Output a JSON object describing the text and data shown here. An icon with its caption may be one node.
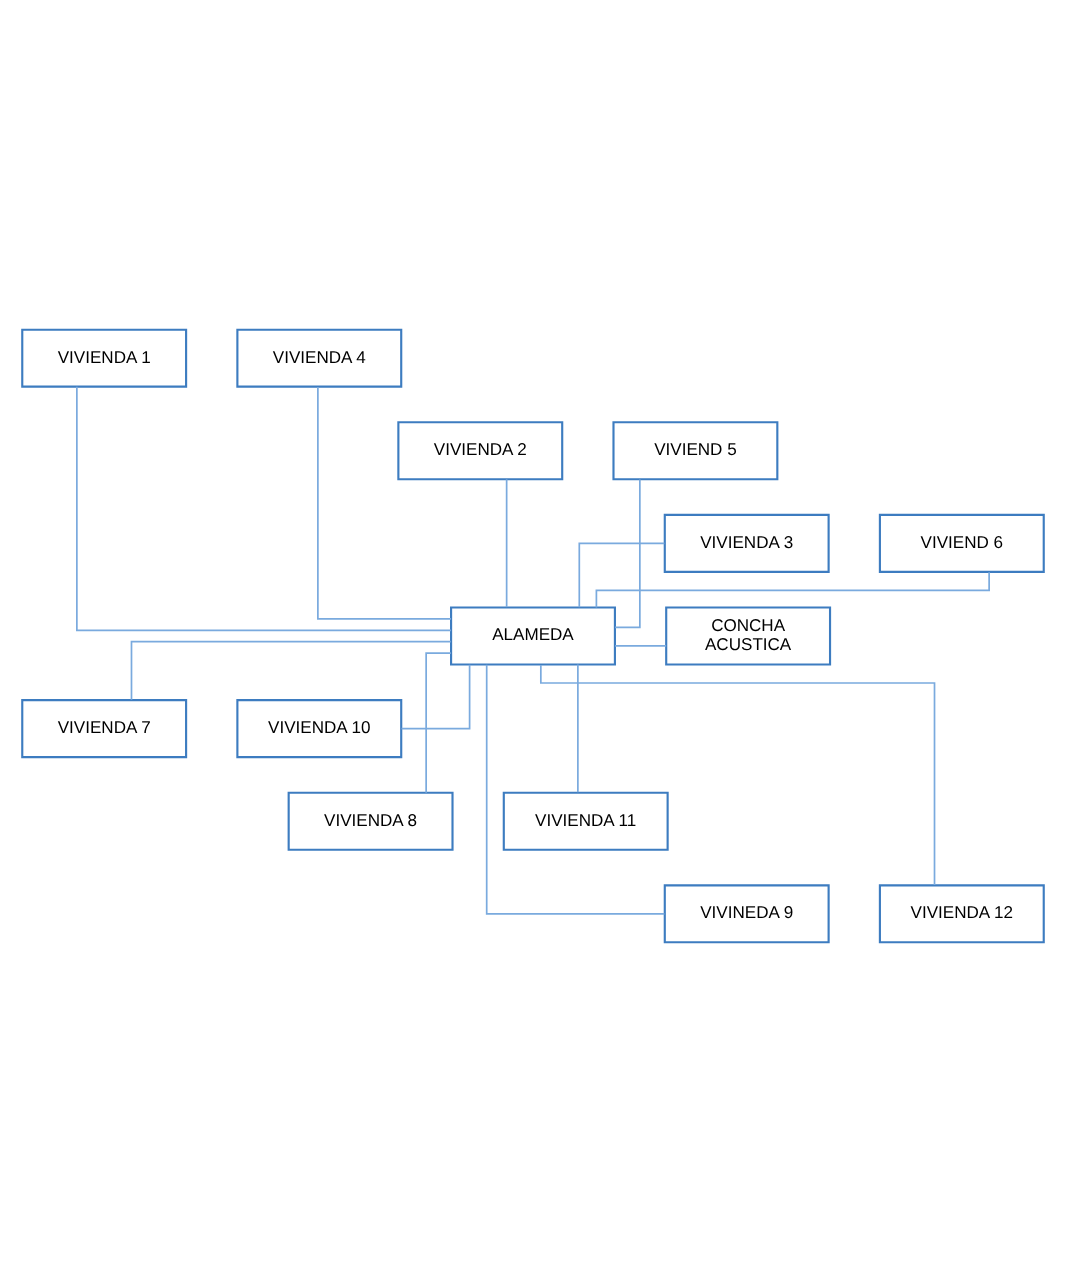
{
  "diagram": {
    "nodes": [
      {
        "text": [
          "VIVIENDA 1"
        ]
      },
      {
        "text": [
          "VIVIENDA 4"
        ]
      },
      {
        "text": [
          "VIVIENDA 2"
        ]
      },
      {
        "text": [
          "VIVIEND 5"
        ]
      },
      {
        "text": [
          "VIVIENDA 3"
        ]
      },
      {
        "text": [
          "VIVIEND 6"
        ]
      },
      {
        "text": [
          "CONCHA ACUSTICA"
        ]
      },
      {
        "text": [
          "ALAMEDA"
        ]
      },
      {
        "text": [
          "VIVIENDA 7"
        ]
      },
      {
        "text": [
          "VIVIENDA 10"
        ]
      },
      {
        "text": [
          "VIVIENDA 8"
        ]
      },
      {
        "text": [
          "VIVIENDA 11"
        ]
      },
      {
        "text": [
          "VIVINEDA 9"
        ]
      },
      {
        "text": [
          "VIVIENDA 12"
        ]
      }
    ],
    "edges": [
      {
        "from": 0,
        "to": 7,
        "arrow": "none"
      },
      {
        "from": 1,
        "to": 7,
        "arrow": "none"
      },
      {
        "from": 2,
        "to": 7,
        "arrow": "none"
      },
      {
        "from": 3,
        "to": 7,
        "arrow": "none"
      },
      {
        "from": 4,
        "to": 7,
        "arrow": "none"
      },
      {
        "from": 5,
        "to": 7,
        "arrow": "none"
      },
      {
        "from": 6,
        "to": 7,
        "arrow": "none"
      },
      {
        "from": 7,
        "to": 8,
        "arrow": "none"
      },
      {
        "from": 7,
        "to": 9,
        "arrow": "none"
      },
      {
        "from": 7,
        "to": 10,
        "arrow": "none"
      },
      {
        "from": 7,
        "to": 11,
        "arrow": "none"
      },
      {
        "from": 7,
        "to": 12,
        "arrow": "none"
      },
      {
        "from": 7,
        "to": 13,
        "arrow": "none"
      }
    ]
  }
}
